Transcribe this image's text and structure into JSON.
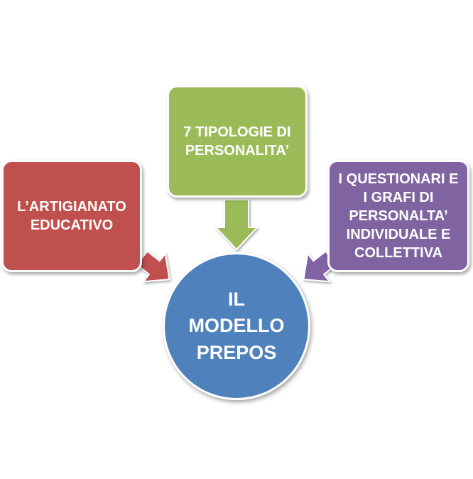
{
  "diagram": {
    "center": {
      "label": "IL\nMODELLO\nPREPOS",
      "color": "#4f81bd"
    },
    "nodes": [
      {
        "id": "left",
        "label": "L’ARTIGIANATO\nEDUCATIVO",
        "color": "#c0504d"
      },
      {
        "id": "top",
        "label": "7 TIPOLOGIE DI\nPERSONALITA’",
        "color": "#9bbb59"
      },
      {
        "id": "right",
        "label": "I QUESTIONARI E\nI GRAFI DI\nPERSONALTA’\nINDIVIDUALE E\nCOLLETTIVA",
        "color": "#8064a2"
      }
    ]
  }
}
